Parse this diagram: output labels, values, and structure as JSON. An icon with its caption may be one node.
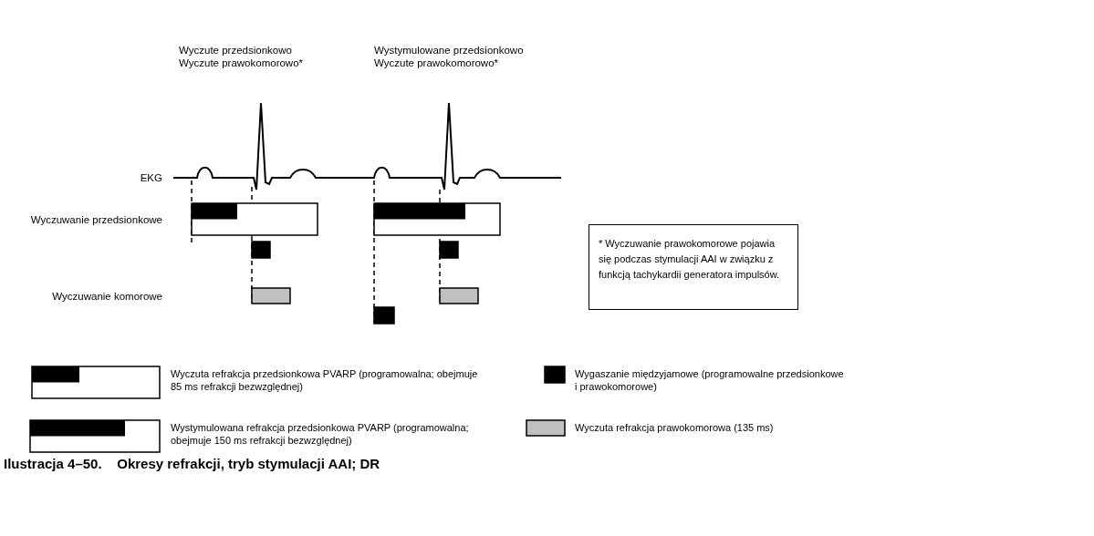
{
  "diagram": {
    "caption": "Ilustracja 4–50.    Okresy refrakcji, tryb stymulacji AAI; DR",
    "nodes": [
      {
        "text": [
          "* Wyczuwanie prawokomorowe pojawia się podczas stymulacji AAI w związku z funkcją tachykardii generatora impulsów."
        ]
      }
    ],
    "edges": [],
    "labels": [
      "Wyczute przedsionkowo",
      "Wyczute prawokomorowo*",
      "Wystymulowane przedsionkowo",
      "Wyczute prawokomorowo*",
      "EKG",
      "Wyczuwanie przedsionkowe",
      "Wyczuwanie komorowe"
    ],
    "legend": [
      {
        "text": "Wyczuta refrakcja przedsionkowa PVARP (programowalna; obejmuje 85 ms refrakcji bezwzględnej)"
      },
      {
        "text": "Wystymulowana refrakcja przedsionkowa PVARP (programowalna; obejmuje 150 ms refrakcji bezwzględnej)"
      },
      {
        "text": "Wygaszanie międzyjamowe (programowalne przedsionkowe i prawokomorowe)",
        "color": "#000000"
      },
      {
        "text": "Wyczuta refrakcja prawokomorowa (135 ms)",
        "color": "#c0c0c0"
      }
    ]
  }
}
